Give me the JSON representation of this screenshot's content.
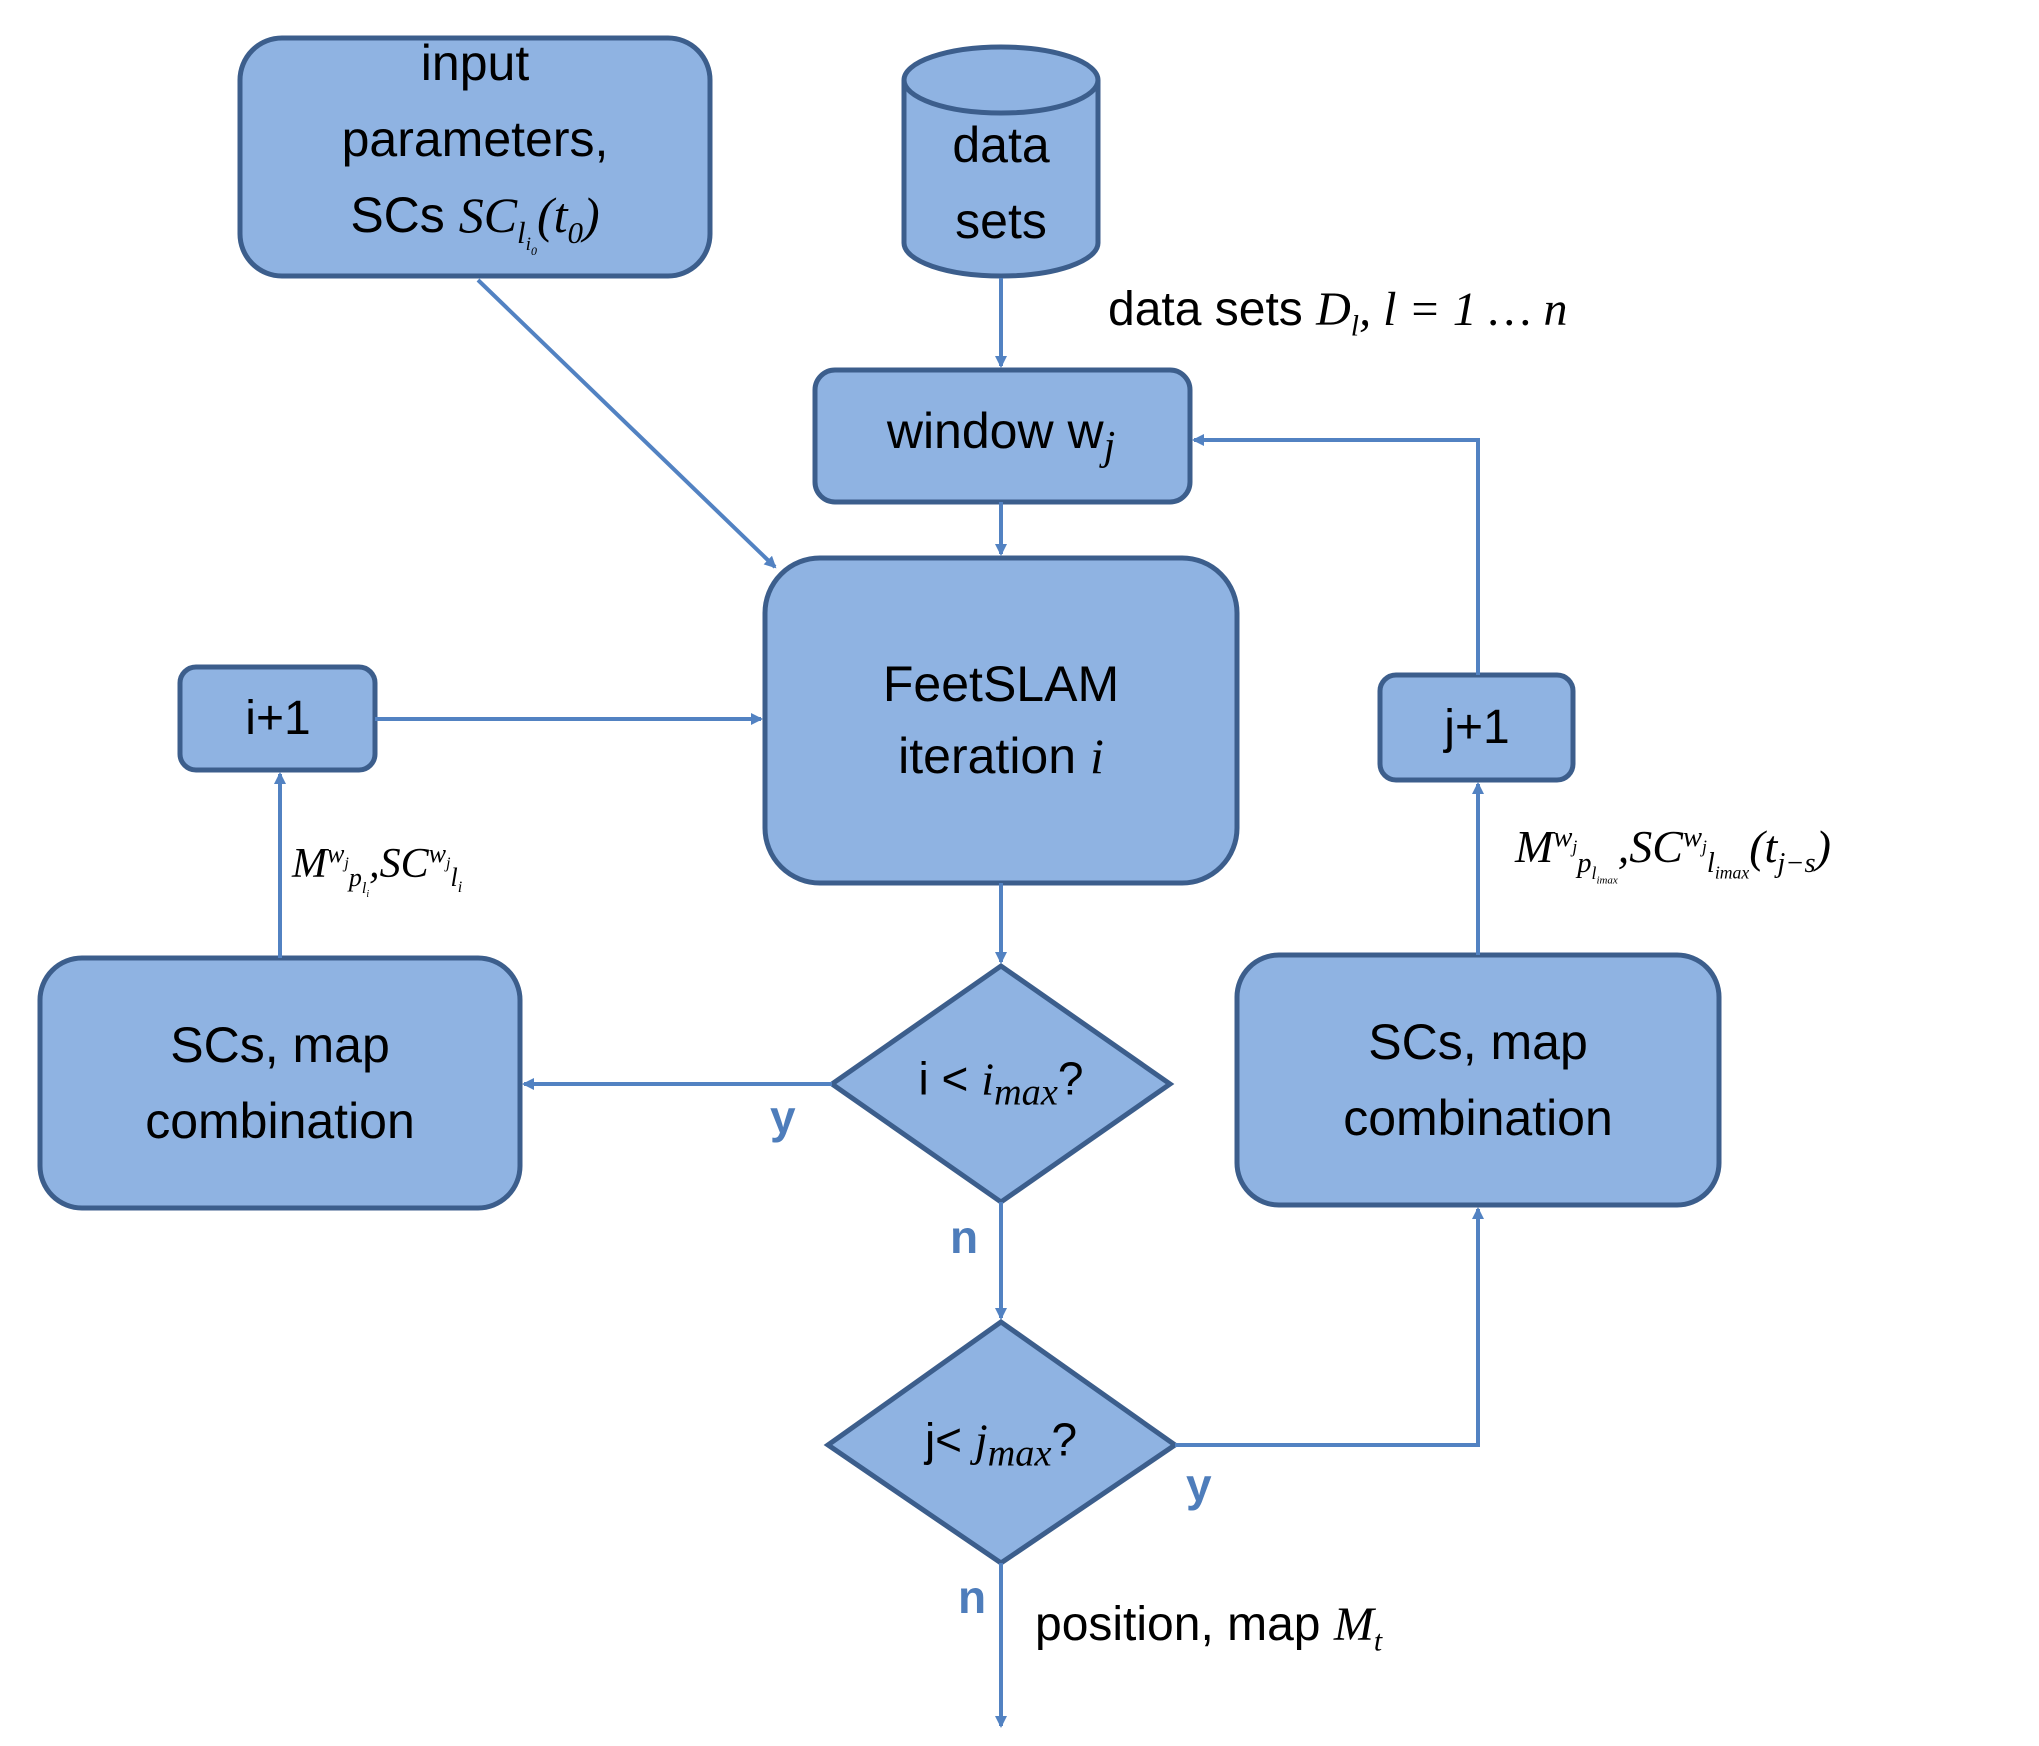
{
  "colors": {
    "box_fill": "#8FB3E2",
    "box_stroke": "#3C5E8C",
    "arrow": "#5282C2",
    "yn_text": "#4E7DBB"
  },
  "nodes": {
    "input_params": {
      "line1": "input",
      "line2": "parameters,",
      "line3_prefix": "SCs ",
      "sc_math": "SC",
      "sub_l": "l",
      "sub_i0": "i",
      "sub_0": "0",
      "t0": "(t",
      "t0_sub": "0",
      "t0_close": ")"
    },
    "data_sets": {
      "line1": "data",
      "line2": "sets"
    },
    "data_sets_label": {
      "prefix": "data sets ",
      "D": "D",
      "D_sub": "l",
      "rest": ", l = 1 … n"
    },
    "window": {
      "text": "window w",
      "sub": "j"
    },
    "feetslam": {
      "line1": "FeetSLAM",
      "line2_prefix": "iteration ",
      "var": "i"
    },
    "i_plus_1": {
      "text": "i+1"
    },
    "j_plus_1": {
      "text": "j+1"
    },
    "sc_map_left": {
      "line1": "SCs, map",
      "line2": "combination"
    },
    "sc_map_right": {
      "line1": "SCs, map",
      "line2": "combination"
    },
    "decision_i": {
      "prefix": "i < ",
      "var": "i",
      "sub": "max",
      "suffix": "?"
    },
    "decision_j": {
      "prefix": "j< ",
      "var": "j",
      "sub": "max",
      "suffix": "?"
    },
    "left_edge_label": {
      "M": "M",
      "M_sup": "w",
      "M_sup_sub": "j",
      "M_sub": "p",
      "M_sub_sub": "l",
      "M_sub_sub_sub": "i",
      "sep": ",",
      "SC": "SC",
      "SC_sup": "w",
      "SC_sup_sub": "j",
      "SC_sub": "l",
      "SC_sub_sub": "i"
    },
    "right_edge_label": {
      "M": "M",
      "M_sup": "w",
      "M_sup_sub": "j",
      "M_sub": "p",
      "M_sub_sub": "l",
      "M_sub_sub_sub": "imax",
      "sep": ",",
      "SC": "SC",
      "SC_sup": "w",
      "SC_sup_sub": "j",
      "SC_sub": "l",
      "SC_sub_sub": "imax",
      "t": "(t",
      "t_sub": "j−s",
      "t_close": ")"
    },
    "output_label": {
      "prefix": "position, map ",
      "M": "M",
      "M_sub": "t"
    }
  },
  "branch_labels": {
    "y_i": "y",
    "n_i": "n",
    "y_j": "y",
    "n_j": "n"
  }
}
